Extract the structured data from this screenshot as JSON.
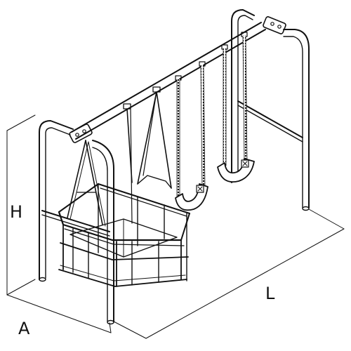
{
  "colors": {
    "line": "#111111",
    "tube_fill": "#ffffff",
    "background": "#ffffff"
  },
  "dimensions": {
    "height_label": "H",
    "depth_label": "A",
    "length_label": "L"
  }
}
